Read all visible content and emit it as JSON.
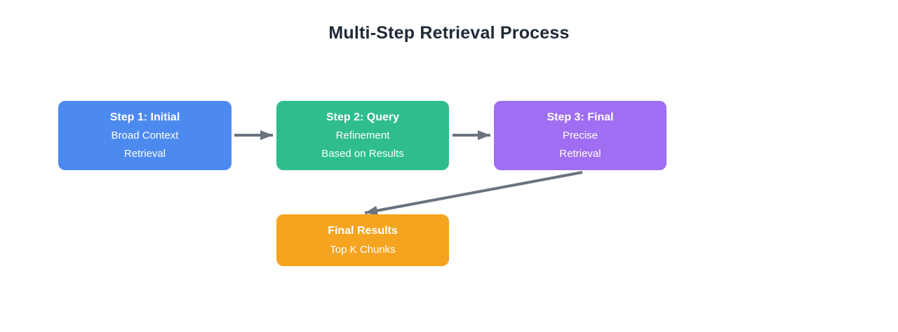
{
  "title": "Multi-Step Retrieval Process",
  "colors": {
    "step1": "#4d8af0",
    "step2": "#2ebd8b",
    "step3": "#9f6ef2",
    "final": "#f4a41f",
    "arrow": "#6b7280",
    "title_text": "#1f2937",
    "node_text": "#ffffff"
  },
  "nodes": {
    "step1": {
      "lines": [
        "Step 1: Initial",
        "Broad Context",
        "Retrieval"
      ]
    },
    "step2": {
      "lines": [
        "Step 2: Query",
        "Refinement",
        "Based on Results"
      ]
    },
    "step3": {
      "lines": [
        "Step 3: Final",
        "Precise",
        "Retrieval"
      ]
    },
    "final": {
      "lines": [
        "Final Results",
        "Top K Chunks"
      ]
    }
  },
  "edges": [
    {
      "from": "step1",
      "to": "step2"
    },
    {
      "from": "step2",
      "to": "step3"
    },
    {
      "from": "step3",
      "to": "final"
    }
  ]
}
